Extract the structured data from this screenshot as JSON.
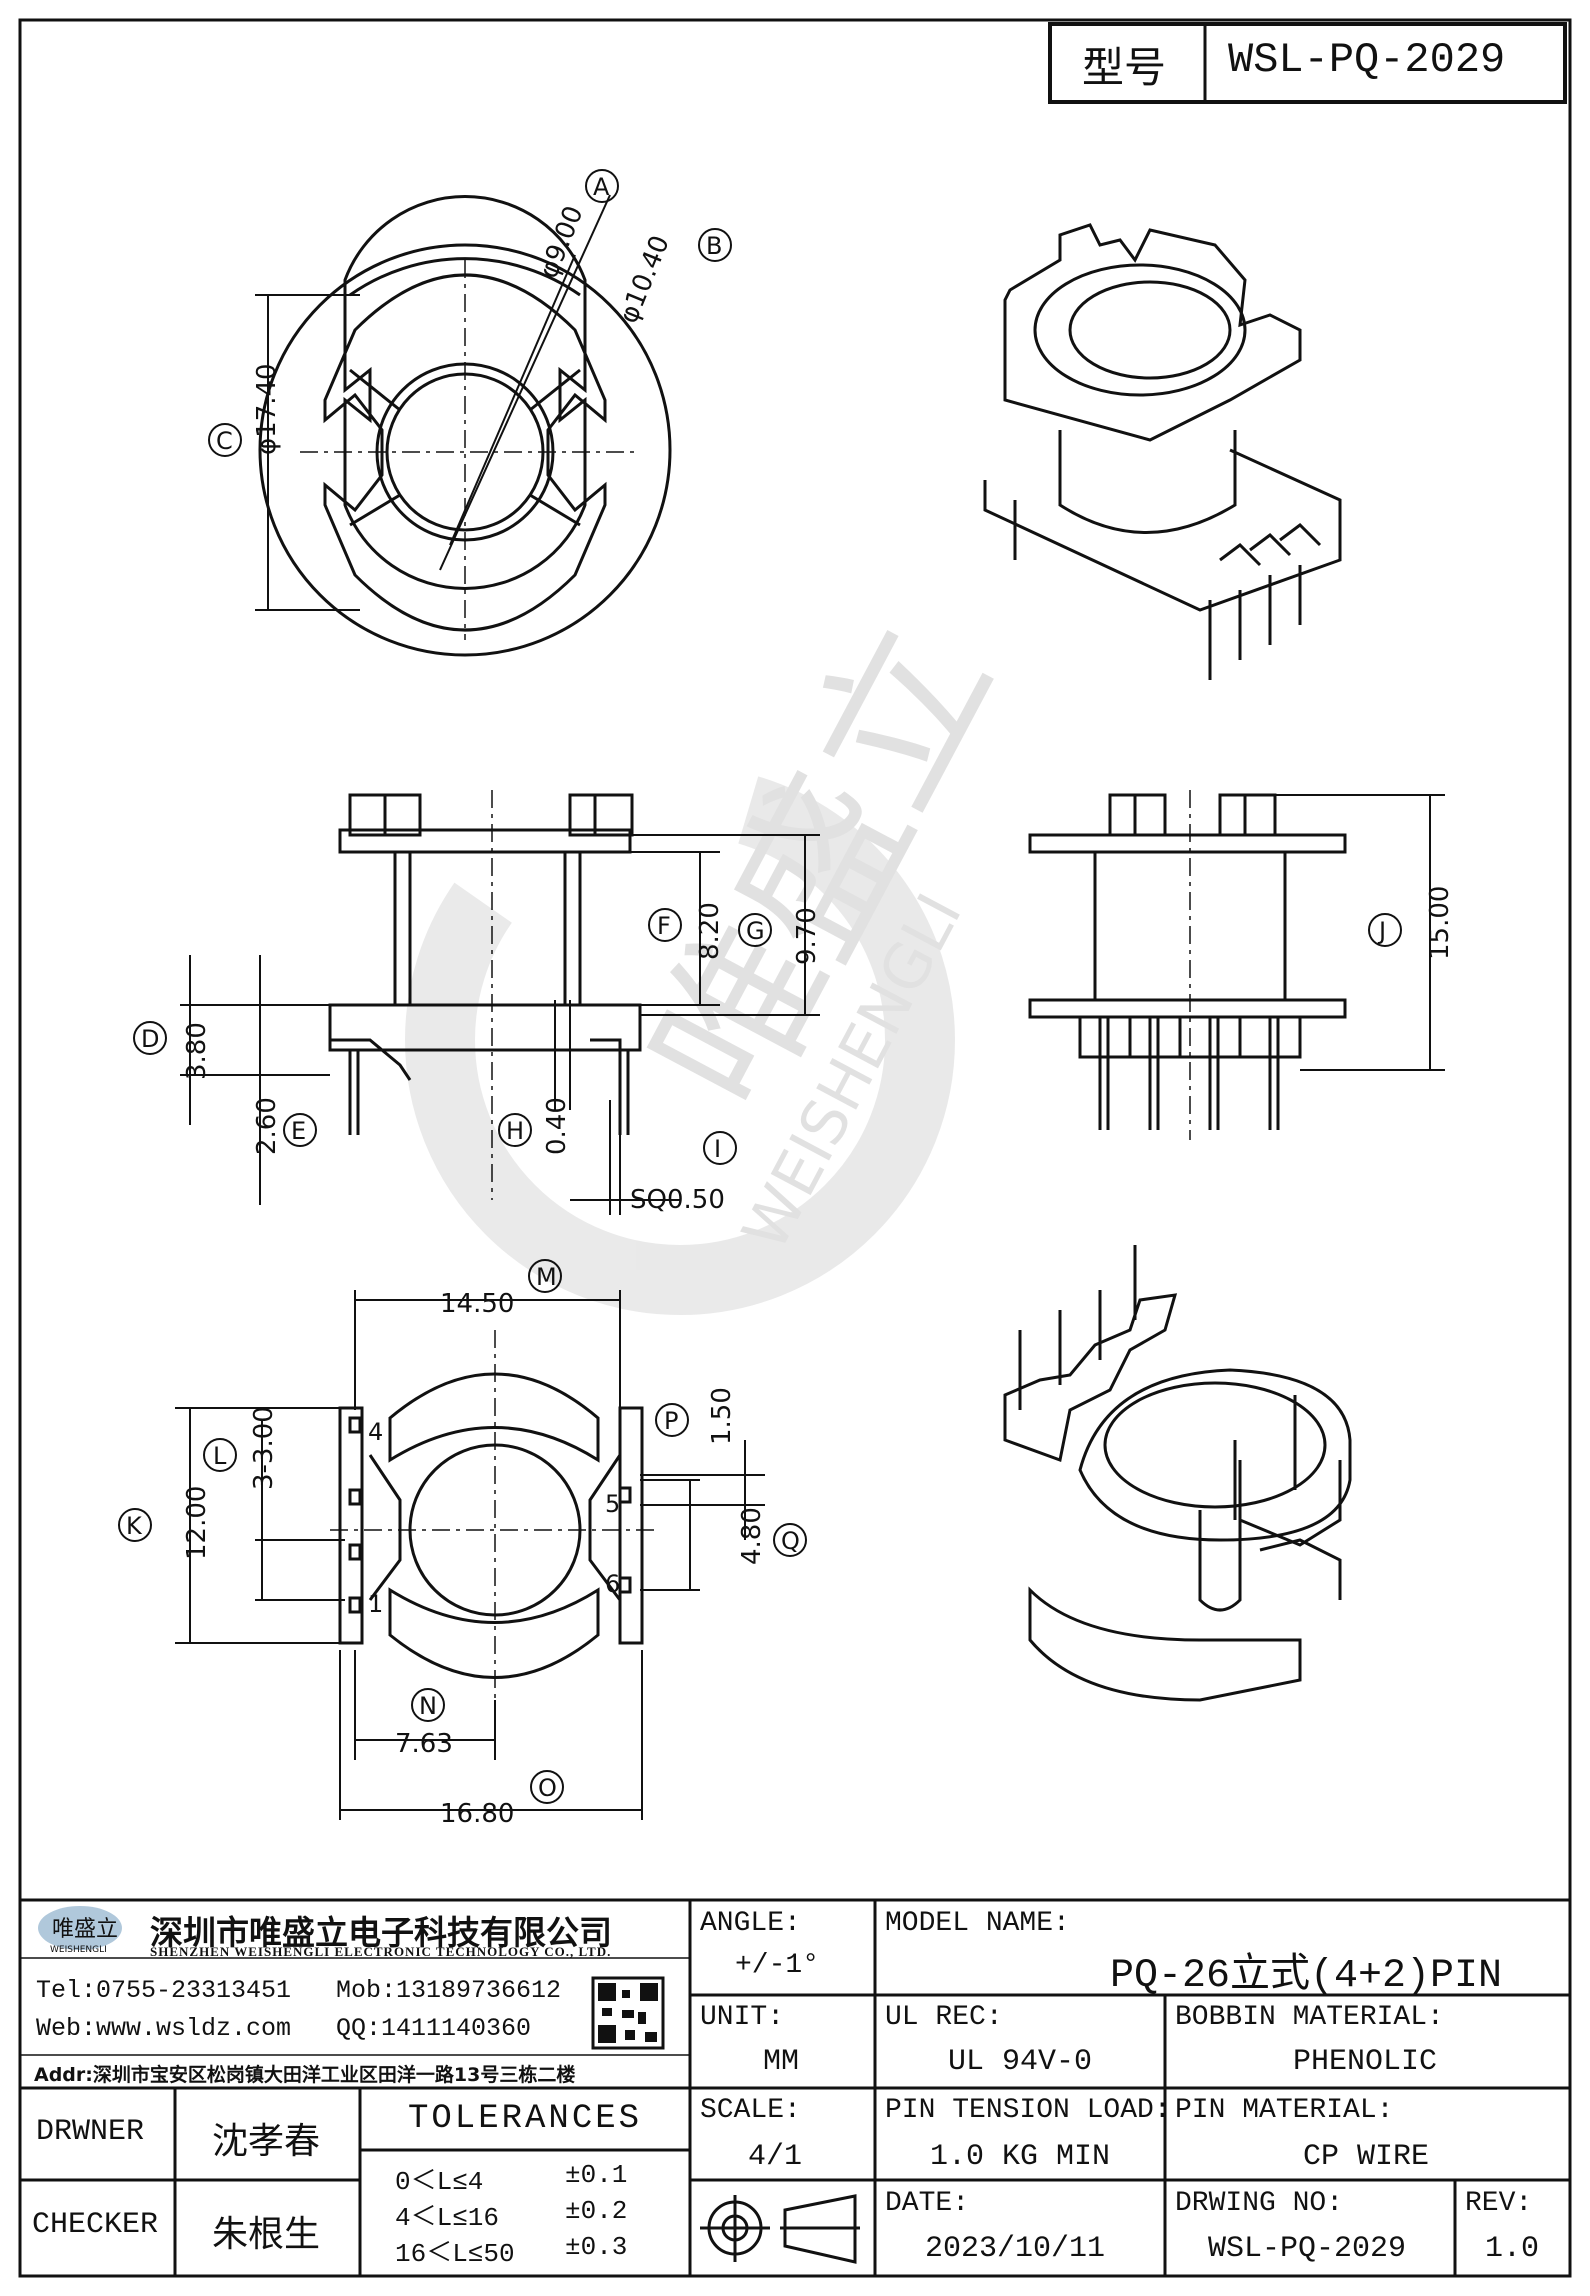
{
  "header": {
    "type_label": "型号",
    "model_number": "WSL-PQ-2029"
  },
  "top_view": {
    "dim_a": "φ9.00",
    "dim_b": "φ10.40",
    "dim_c": "φ17.40",
    "tag_a": "A",
    "tag_b": "B",
    "tag_c": "C"
  },
  "side_view": {
    "dim_f": "8.20",
    "dim_g": "9.70",
    "dim_d": "3.80",
    "dim_e": "2.60",
    "dim_h": "0.40",
    "dim_i": "SQ0.50",
    "tag_d": "D",
    "tag_e": "E",
    "tag_f": "F",
    "tag_g": "G",
    "tag_h": "H",
    "tag_i": "I"
  },
  "front_view": {
    "dim_j": "15.00",
    "tag_j": "J"
  },
  "bottom_view": {
    "dim_m": "14.50",
    "dim_l": "3-3.00",
    "dim_k": "12.00",
    "dim_p": "1.50",
    "dim_q": "4.80",
    "dim_n": "7.63",
    "dim_o": "16.80",
    "tag_k": "K",
    "tag_l": "L",
    "tag_m": "M",
    "tag_n": "N",
    "tag_o": "O",
    "tag_p": "P",
    "tag_q": "Q",
    "pin_labels": [
      "4",
      "1",
      "5",
      "6"
    ]
  },
  "watermark": {
    "text_cn": "唯盛立",
    "text_en": "WEISHENGLI"
  },
  "title_block": {
    "company_cn": "深圳市唯盛立电子科技有限公司",
    "company_en": "SHENZHEN WEISHENGLI ELECTRONIC TECHNOLOGY CO., LTD.",
    "logo_text": "唯盛立",
    "logo_sub": "WEISHENGLI",
    "tel": "Tel:0755-23313451",
    "mob": "Mob:13189736612",
    "web": "Web:www.wsldz.com",
    "qq": "QQ:1411140360",
    "addr": "Addr:深圳市宝安区松岗镇大田洋工业区田洋一路13号三栋二楼",
    "angle_label": "ANGLE:",
    "angle_value": "+/-1°",
    "model_name_label": "MODEL NAME:",
    "model_name_value": "PQ-26立式(4+2)PIN",
    "unit_label": "UNIT:",
    "unit_value": "MM",
    "ul_rec_label": "UL REC:",
    "ul_rec_value": "UL 94V-0",
    "bobbin_label": "BOBBIN MATERIAL:",
    "bobbin_value": "PHENOLIC",
    "drwner_label": "DRWNER",
    "drwner_value": "沈孝春",
    "checker_label": "CHECKER",
    "checker_value": "朱根生",
    "tolerances_label": "TOLERANCES",
    "tolerances": [
      {
        "range": "0＜L≤4",
        "tol": "±0.1"
      },
      {
        "range": "4＜L≤16",
        "tol": "±0.2"
      },
      {
        "range": "16＜L≤50",
        "tol": "±0.3"
      }
    ],
    "scale_label": "SCALE:",
    "scale_value": "4/1",
    "pin_tension_label": "PIN TENSION LOAD:",
    "pin_tension_value": "1.0 KG MIN",
    "pin_material_label": "PIN MATERIAL:",
    "pin_material_value": "CP WIRE",
    "date_label": "DATE:",
    "date_value": "2023/10/11",
    "drwing_no_label": "DRWING NO:",
    "drwing_no_value": "WSL-PQ-2029",
    "rev_label": "REV:",
    "rev_value": "1.0"
  }
}
